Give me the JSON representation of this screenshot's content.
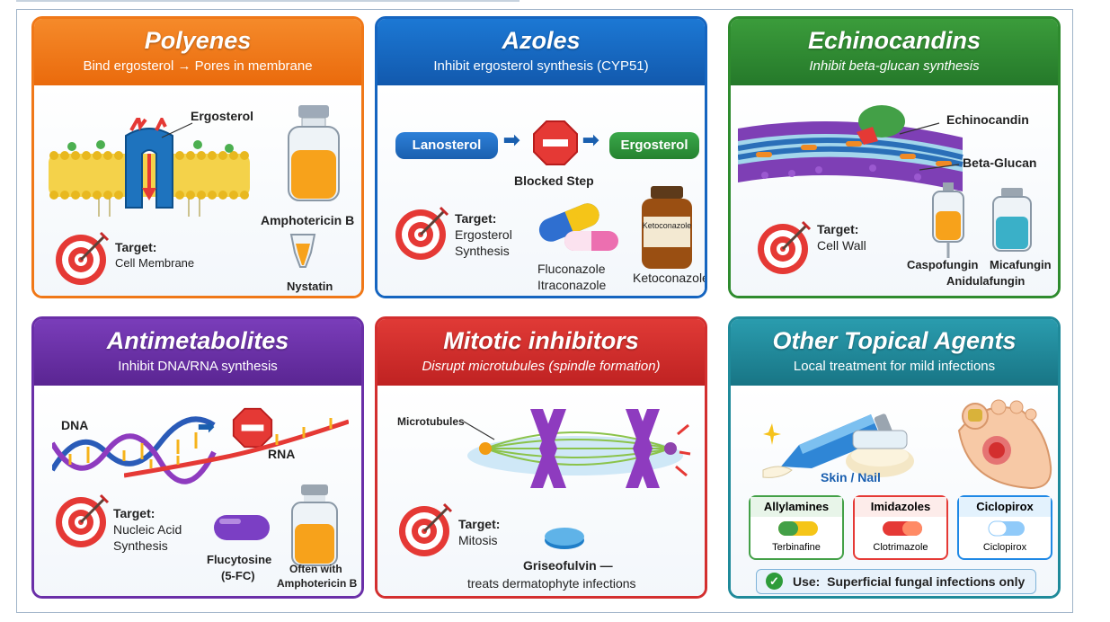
{
  "polyenes": {
    "title": "Polyenes",
    "subtitle": "Bind ergosterol → Pores in membrane",
    "ergosterol_label": "Ergosterol",
    "target_label": "Target:",
    "target_value": "Cell Membrane",
    "drug1": "Amphotericin B",
    "drug2": "Nystatin",
    "color": "#f07818"
  },
  "azoles": {
    "title": "Azoles",
    "subtitle": "Inhibit ergosterol synthesis (CYP51)",
    "lanosterol": "Lanosterol",
    "ergosterol": "Ergosterol",
    "blocked": "Blocked Step",
    "target_label": "Target:",
    "target_value1": "Ergosterol",
    "target_value2": "Synthesis",
    "drug1": "Fluconazole",
    "drug2": "Itraconazole",
    "bottle_label": "Ketoconazole",
    "drug3": "Ketoconazole",
    "color": "#1565c0"
  },
  "echinocandins": {
    "title": "Echinocandins",
    "subtitle": "Inhibit beta-glucan synthesis",
    "echinocandin_label": "Echinocandin",
    "glucan_label": "Beta-Glucan",
    "target_label": "Target:",
    "target_value": "Cell Wall",
    "drug1": "Caspofungin",
    "drug2": "Micafungin",
    "drug3": "Anidulafungin",
    "color": "#2e8b2e"
  },
  "antimetabolites": {
    "title": "Antimetabolites",
    "subtitle": "Inhibit DNA/RNA synthesis",
    "dna": "DNA",
    "rna": "RNA",
    "target_label": "Target:",
    "target_value1": "Nucleic Acid",
    "target_value2": "Synthesis",
    "drug1a": "Flucytosine",
    "drug1b": "(5-FC)",
    "note1": "Often with",
    "note2": "Amphotericin B",
    "color": "#6a2fa8"
  },
  "mitotic": {
    "title": "Mitotic inhibitors",
    "subtitle": "Disrupt microtubules (spindle formation)",
    "microtubules": "Microtubules",
    "target_label": "Target:",
    "target_value": "Mitosis",
    "drug1": "Griseofulvin —",
    "drug2": "treats dermatophyte infections",
    "color": "#d32f2f"
  },
  "topical": {
    "title": "Other Topical Agents",
    "subtitle": "Local treatment for mild infections",
    "skin": "Skin / Nail",
    "boxes": [
      {
        "title": "Allylamines",
        "drug": "Terbinafine",
        "color": "#43a047"
      },
      {
        "title": "Imidazoles",
        "drug": "Clotrimazole",
        "color": "#e53935"
      },
      {
        "title": "Ciclopirox",
        "drug": "Ciclopirox",
        "color": "#1e88e5"
      }
    ],
    "use": "Use:  Superficial fungal infections only",
    "color": "#1f8a9a"
  }
}
